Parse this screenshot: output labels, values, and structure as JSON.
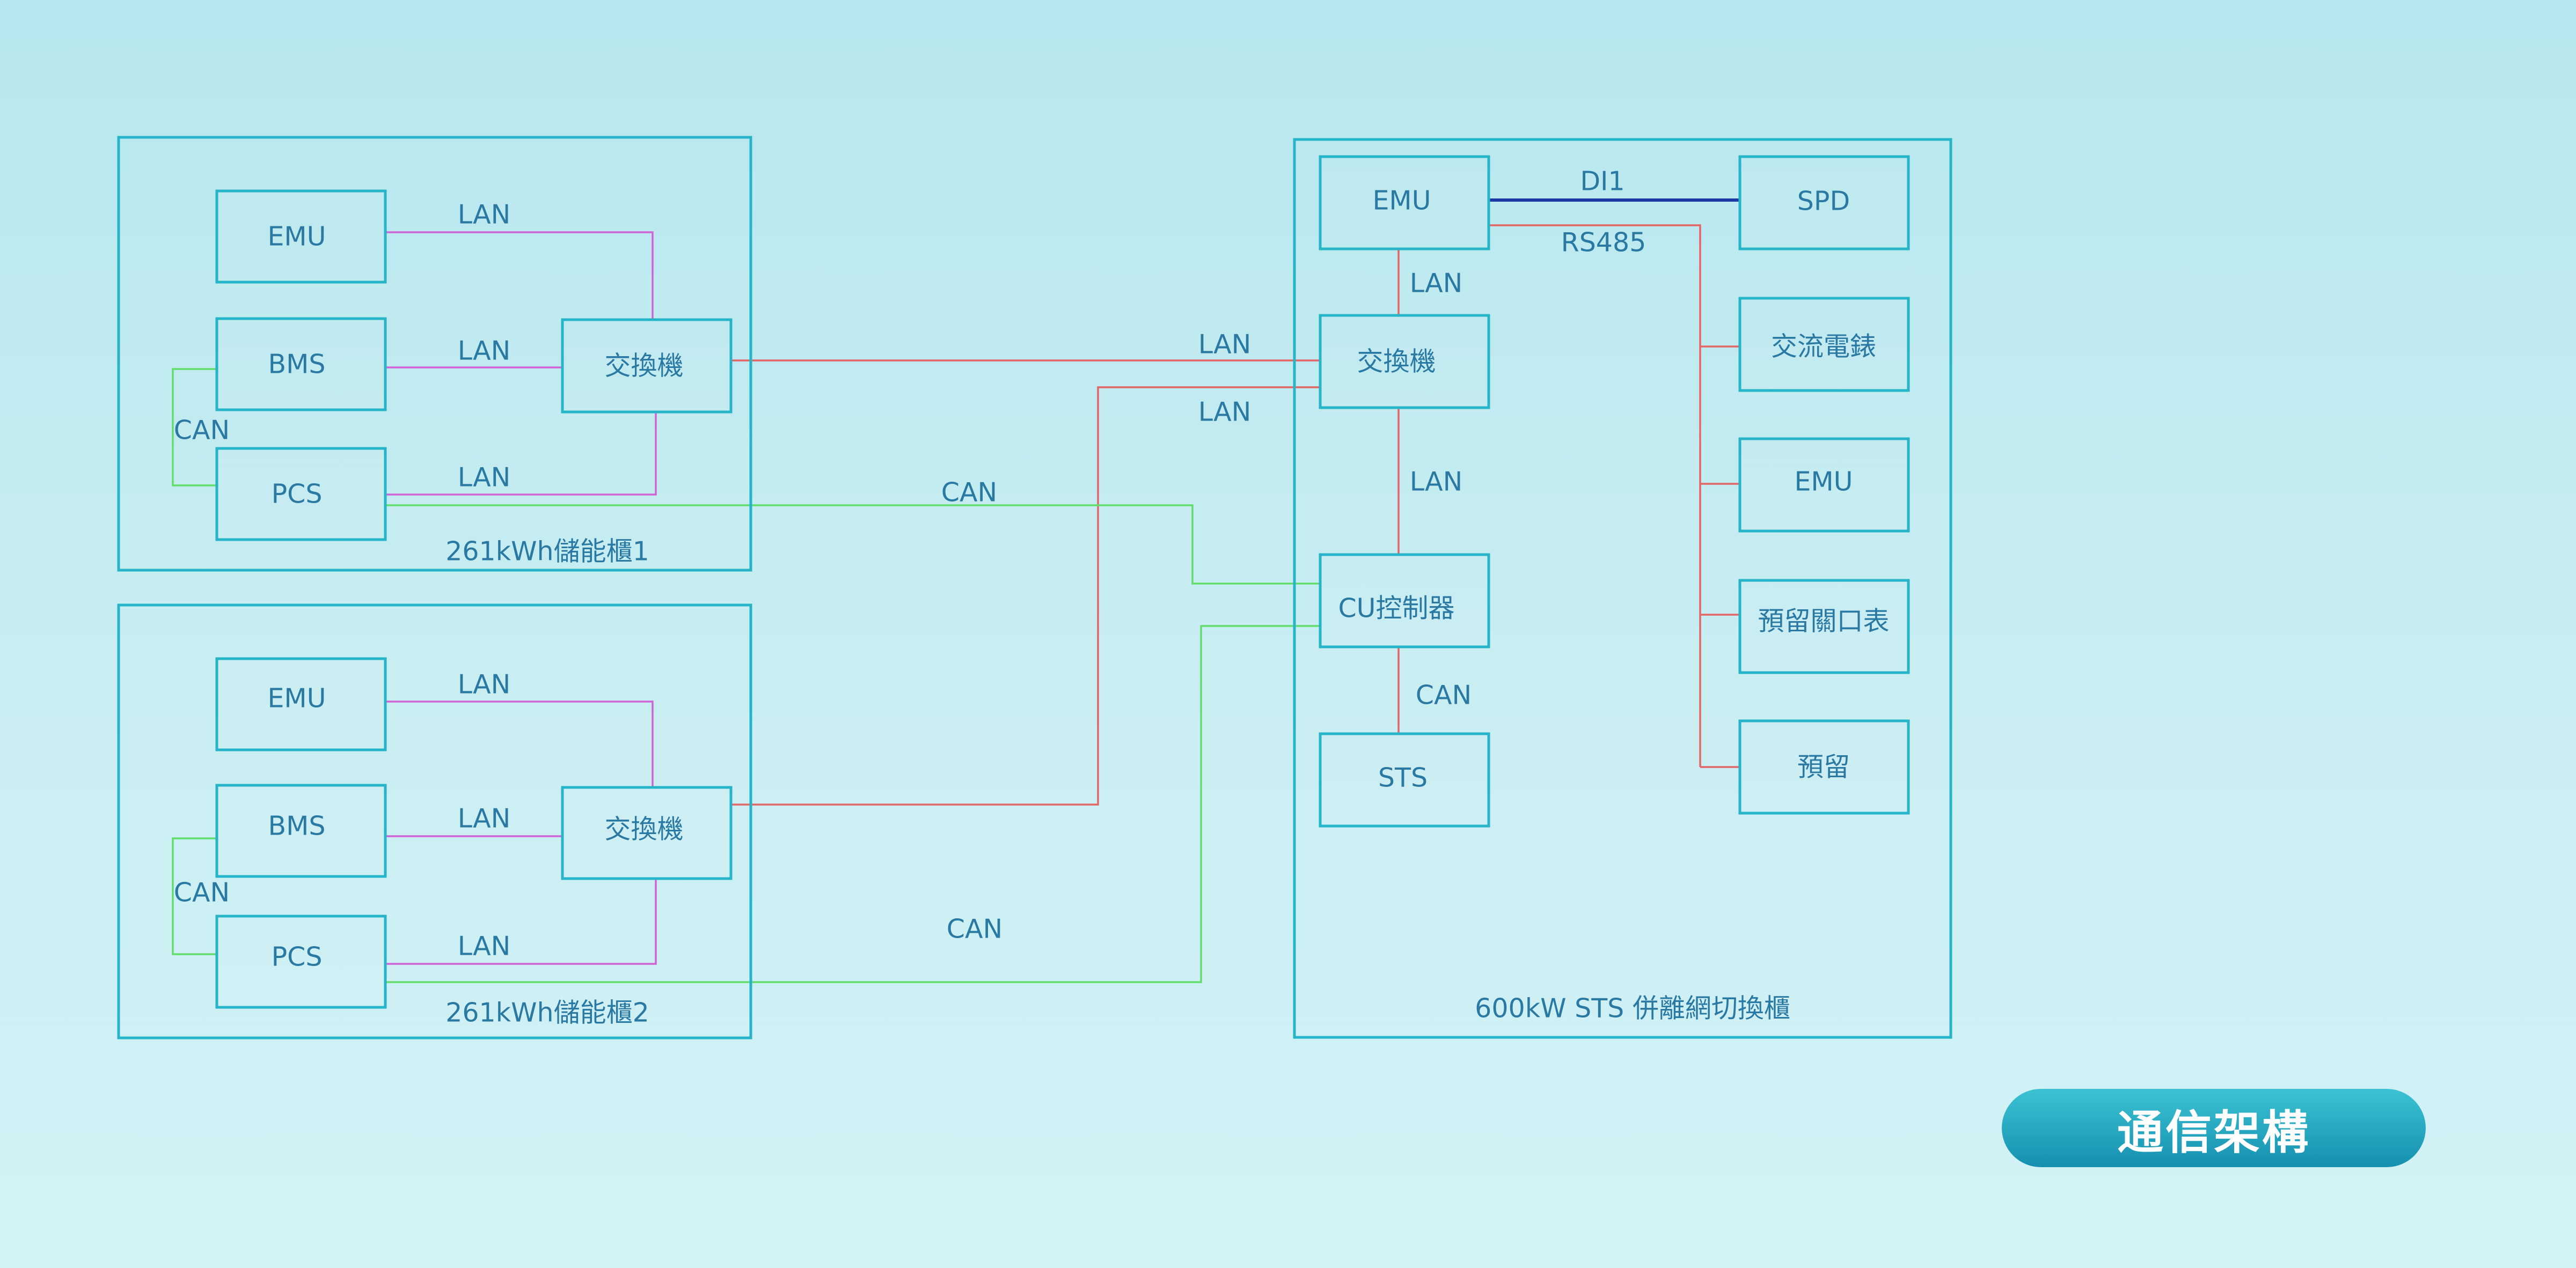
{
  "cabinets": {
    "cab1": "261kWh儲能櫃1",
    "cab2": "261kWh儲能櫃2",
    "sts": "600kW STS 併離網切換櫃"
  },
  "nodes": {
    "c1_emu": "EMU",
    "c1_bms": "BMS",
    "c1_pcs": "PCS",
    "c1_switch": "交換機",
    "c2_emu": "EMU",
    "c2_bms": "BMS",
    "c2_pcs": "PCS",
    "c2_switch": "交換機",
    "s_emu": "EMU",
    "s_switch": "交換機",
    "s_cu": "CU控制器",
    "s_sts": "STS",
    "s_spd": "SPD",
    "s_ac_meter": "交流電錶",
    "s_emu2": "EMU",
    "s_reserved_port": "預留關口表",
    "s_reserved": "預留"
  },
  "labels": {
    "c1_lan_emu": "LAN",
    "c1_lan_bms": "LAN",
    "c1_lan_pcs": "LAN",
    "c1_can": "CAN",
    "c2_lan_emu": "LAN",
    "c2_lan_bms": "LAN",
    "c2_lan_pcs": "LAN",
    "c2_can": "CAN",
    "mid_lan_1": "LAN",
    "mid_lan_2": "LAN",
    "mid_can_1": "CAN",
    "mid_can_2": "CAN",
    "s_lan_emu_switch": "LAN",
    "s_lan_switch_cu": "LAN",
    "s_can_cu_sts": "CAN",
    "s_di1": "DI1",
    "s_rs485": "RS485"
  },
  "title": "通信架構",
  "colors": {
    "frame": "#25b4c8",
    "text": "#2a79a3",
    "lan_local": "#d163d6",
    "lan_trunk_rs485": "#e36565",
    "can": "#62dd6c",
    "di": "#1a3ba3",
    "badge": "#1a9dbb"
  }
}
